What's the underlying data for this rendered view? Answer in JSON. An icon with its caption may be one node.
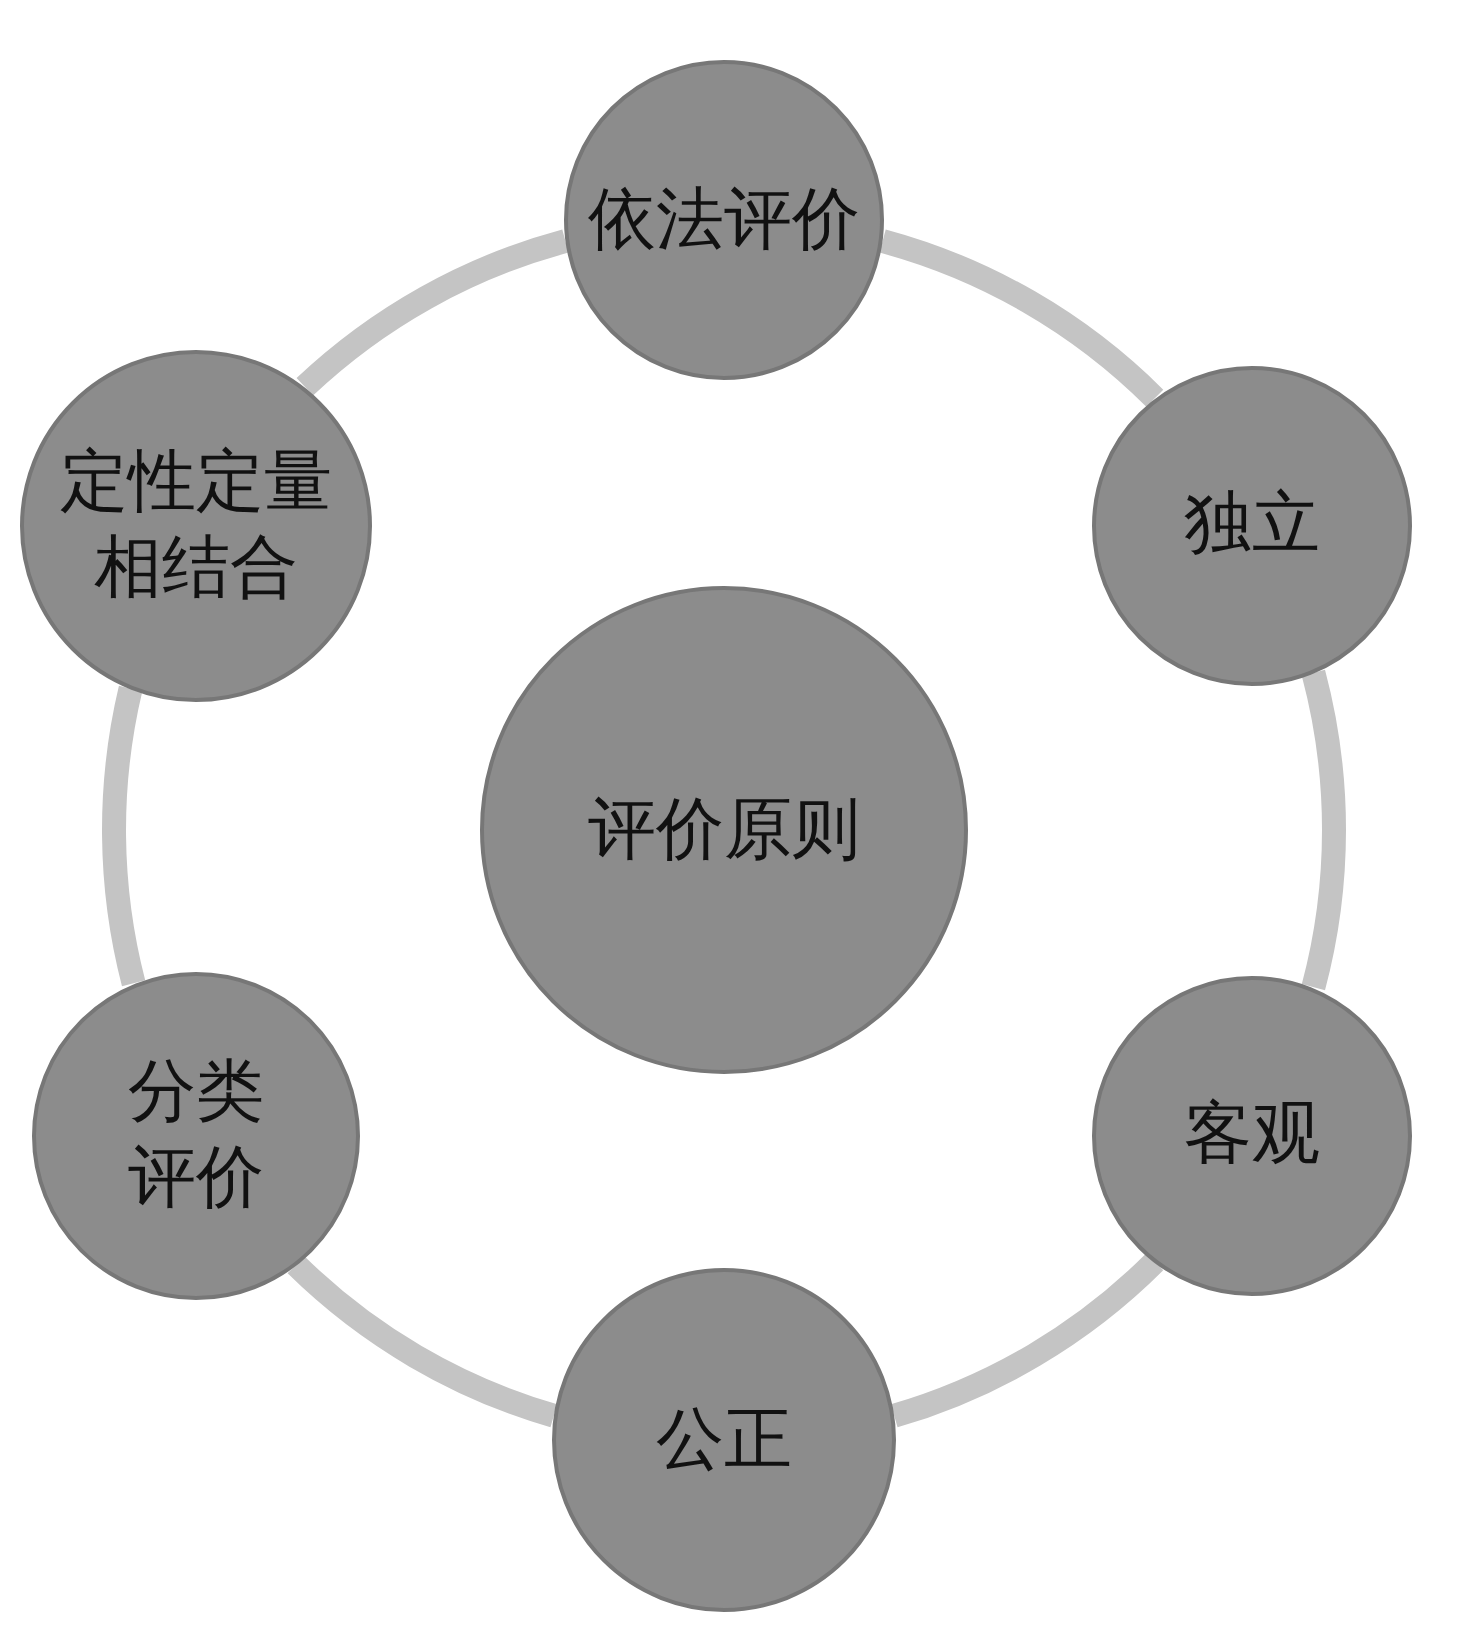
{
  "diagram": {
    "nodes": [
      {
        "text": [
          "评价原则"
        ]
      },
      {
        "text": [
          "依法评价"
        ]
      },
      {
        "text": [
          "独立"
        ]
      },
      {
        "text": [
          "客观"
        ]
      },
      {
        "text": [
          "公正"
        ]
      },
      {
        "text": [
          "分类评价"
        ]
      },
      {
        "text": [
          "定性定量相结合"
        ]
      }
    ],
    "edges": [
      {
        "from": 1,
        "to": 2,
        "arrow": "none"
      },
      {
        "from": 2,
        "to": 3,
        "arrow": "none"
      },
      {
        "from": 3,
        "to": 4,
        "arrow": "none"
      },
      {
        "from": 4,
        "to": 5,
        "arrow": "none"
      },
      {
        "from": 5,
        "to": 6,
        "arrow": "none"
      },
      {
        "from": 6,
        "to": 1,
        "arrow": "none"
      }
    ]
  }
}
